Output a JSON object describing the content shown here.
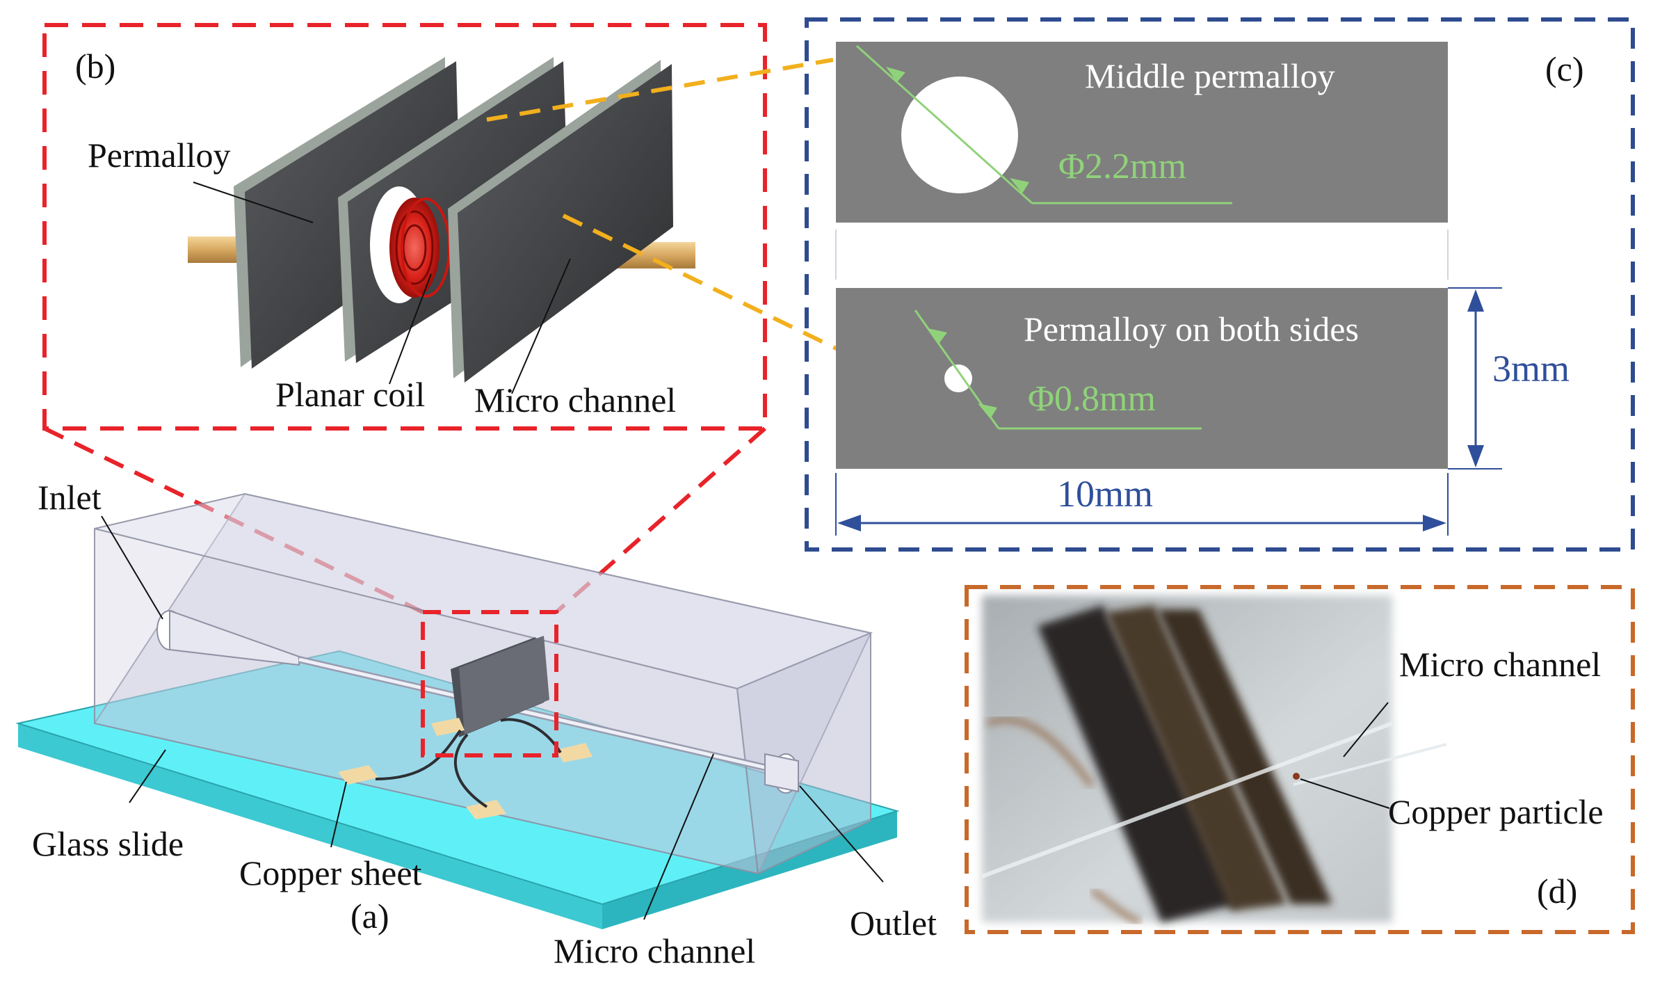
{
  "panels": {
    "a": "(a)",
    "b": "(b)",
    "c": "(c)",
    "d": "(d)"
  },
  "labels_a": {
    "inlet": "Inlet",
    "glass_slide": "Glass slide",
    "copper_sheet": "Copper sheet",
    "micro_channel": "Micro channel",
    "outlet": "Outlet"
  },
  "labels_b": {
    "permalloy": "Permalloy",
    "planar_coil": "Planar coil",
    "micro_channel": "Micro channel"
  },
  "labels_c": {
    "middle_permalloy": "Middle permalloy",
    "diameter_large": "Φ2.2mm",
    "both_sides": "Permalloy on both sides",
    "diameter_small": "Φ0.8mm",
    "height_dim": "3mm",
    "width_dim": "10mm"
  },
  "labels_d": {
    "micro_channel": "Micro channel",
    "copper_particle": "Copper particle"
  },
  "colors": {
    "red_dash": "#e8232a",
    "blue_dash": "#2e4c8f",
    "orange_dash": "#c8692a",
    "yellow_dash": "#f2b01e",
    "glass": "#5ff0f7",
    "plate_gray": "#7f7f7f",
    "dim_green": "#90d27a",
    "dim_blue": "#2f4f9a"
  }
}
